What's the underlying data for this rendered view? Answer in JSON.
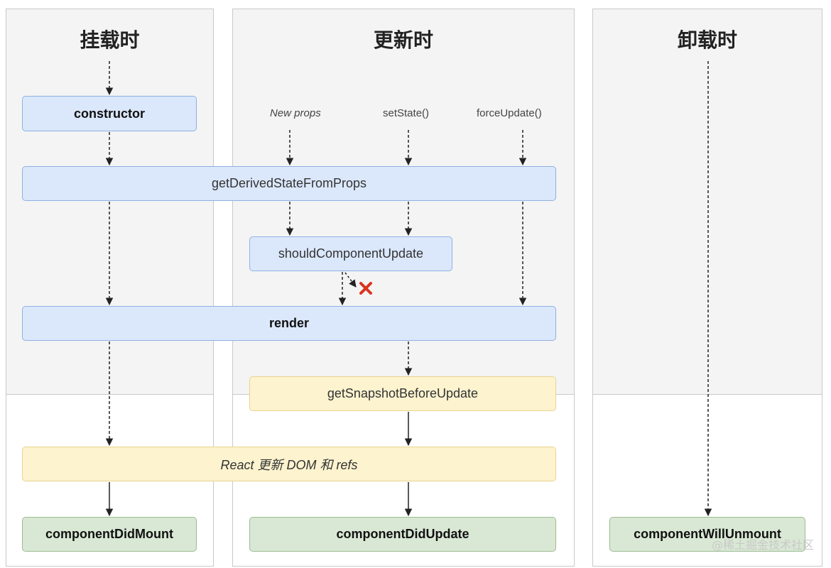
{
  "columns": {
    "mount": {
      "title": "挂载时"
    },
    "update": {
      "title": "更新时"
    },
    "unmount": {
      "title": "卸载时"
    }
  },
  "triggers": {
    "new_props": "New props",
    "set_state": "setState()",
    "force_update": "forceUpdate()"
  },
  "methods": {
    "constructor": "constructor",
    "get_derived_state": "getDerivedStateFromProps",
    "should_update": "shouldComponentUpdate",
    "render": "render",
    "get_snapshot": "getSnapshotBeforeUpdate",
    "react_update_dom": "React 更新 DOM 和 refs",
    "did_mount": "componentDidMount",
    "did_update": "componentDidUpdate",
    "will_unmount": "componentWillUnmount"
  },
  "watermark": "@稀土掘金技术社区",
  "colors": {
    "render_phase": "#dbe8fc",
    "pre_commit_phase": "#fdf3cf",
    "commit_phase": "#d9e8d4",
    "cancel_mark": "#d9341f"
  }
}
